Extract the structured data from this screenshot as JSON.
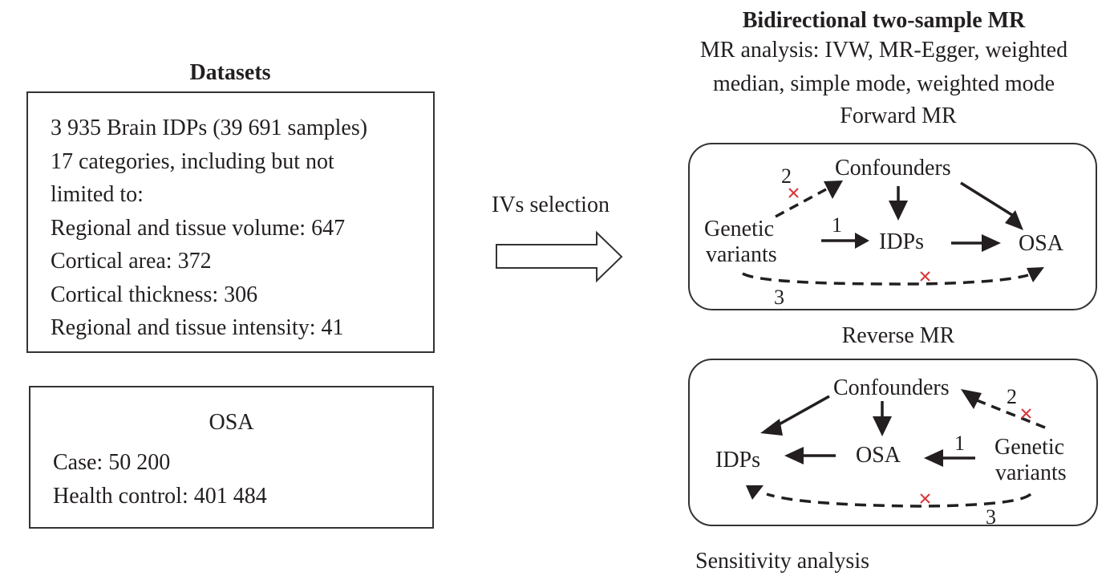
{
  "left": {
    "datasets_title": "Datasets",
    "idp_box": {
      "lines": [
        "3 935 Brain IDPs (39 691 samples)",
        "17 categories, including but not",
        "limited to:",
        "Regional and tissue volume: 647",
        "Cortical area: 372",
        "Cortical thickness: 306",
        "Regional and tissue intensity: 41"
      ]
    },
    "osa_box": {
      "title": "OSA",
      "lines": [
        "Case: 50 200",
        "Health control: 401 484"
      ]
    }
  },
  "middle": {
    "arrow_label": "IVs selection",
    "arrow_icon": "block-right-arrow-icon"
  },
  "right": {
    "title": "Bidirectional two-sample MR",
    "analysis_line1": "MR analysis: IVW, MR-Egger, weighted",
    "analysis_line2": "median, simple mode, weighted mode",
    "forward": {
      "label": "Forward MR",
      "nodes": {
        "confounders": "Confounders",
        "genetic_line1": "Genetic",
        "genetic_line2": "variants",
        "idps": "IDPs",
        "osa": "OSA"
      },
      "path_numbers": [
        "1",
        "2",
        "3"
      ]
    },
    "reverse": {
      "label": "Reverse MR",
      "nodes": {
        "confounders": "Confounders",
        "genetic_line1": "Genetic",
        "genetic_line2": "variants",
        "idps": "IDPs",
        "osa": "OSA"
      },
      "path_numbers": [
        "1",
        "2",
        "3"
      ]
    },
    "sensitivity_label": "Sensitivity analysis"
  },
  "colors": {
    "ink": "#231f20",
    "cross_mark": "#d9383a"
  }
}
